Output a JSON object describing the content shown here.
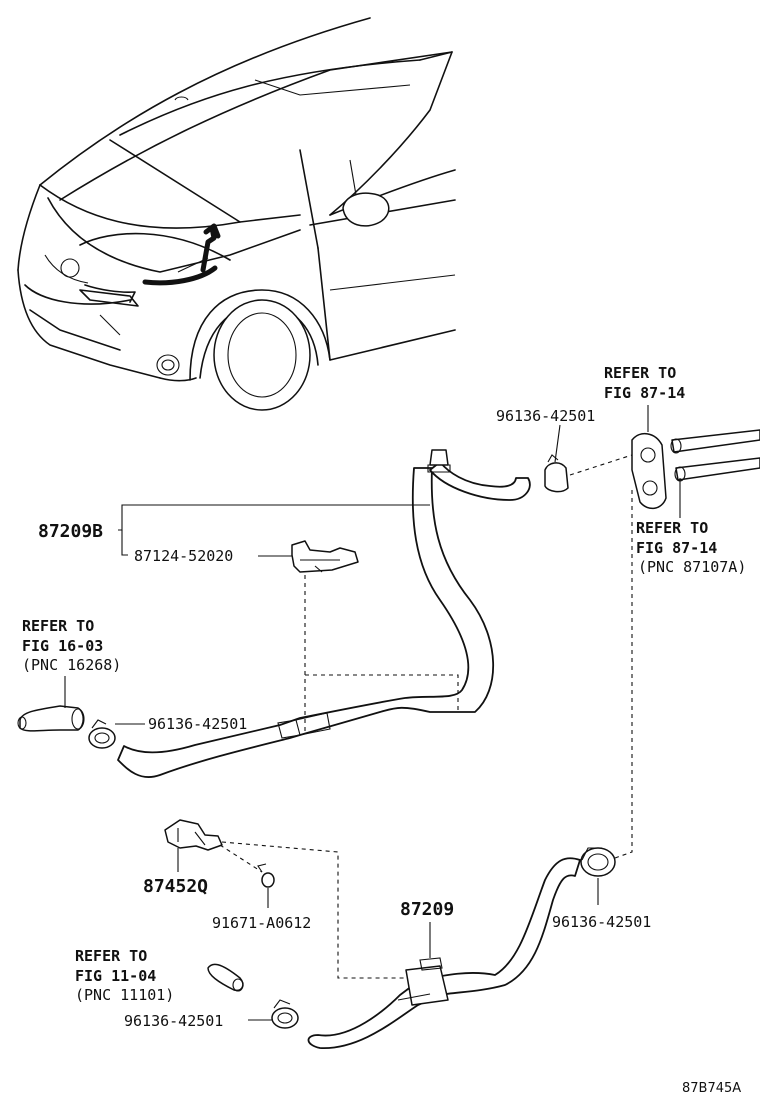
{
  "labels": {
    "refer_fig_87_14_top_line1": "REFER TO",
    "refer_fig_87_14_top_line2": "FIG 87-14",
    "pn_96136_top": "96136-42501",
    "pn_87209B": "87209B",
    "pn_87124": "87124-52020",
    "refer_fig_87_14_right_line1": "REFER TO",
    "refer_fig_87_14_right_line2": "FIG 87-14",
    "refer_fig_87_14_right_line3": "(PNC 87107A)",
    "refer_fig_16_03_line1": "REFER TO",
    "refer_fig_16_03_line2": "FIG 16-03",
    "refer_fig_16_03_line3": "(PNC 16268)",
    "pn_96136_mid": "96136-42501",
    "pn_87452Q": "87452Q",
    "pn_91671": "91671-A0612",
    "pn_87209": "87209",
    "pn_96136_right": "96136-42501",
    "refer_fig_11_04_line1": "REFER TO",
    "refer_fig_11_04_line2": "FIG 11-04",
    "refer_fig_11_04_line3": "(PNC 11101)",
    "pn_96136_bottom": "96136-42501",
    "figure_code": "87B745A"
  }
}
